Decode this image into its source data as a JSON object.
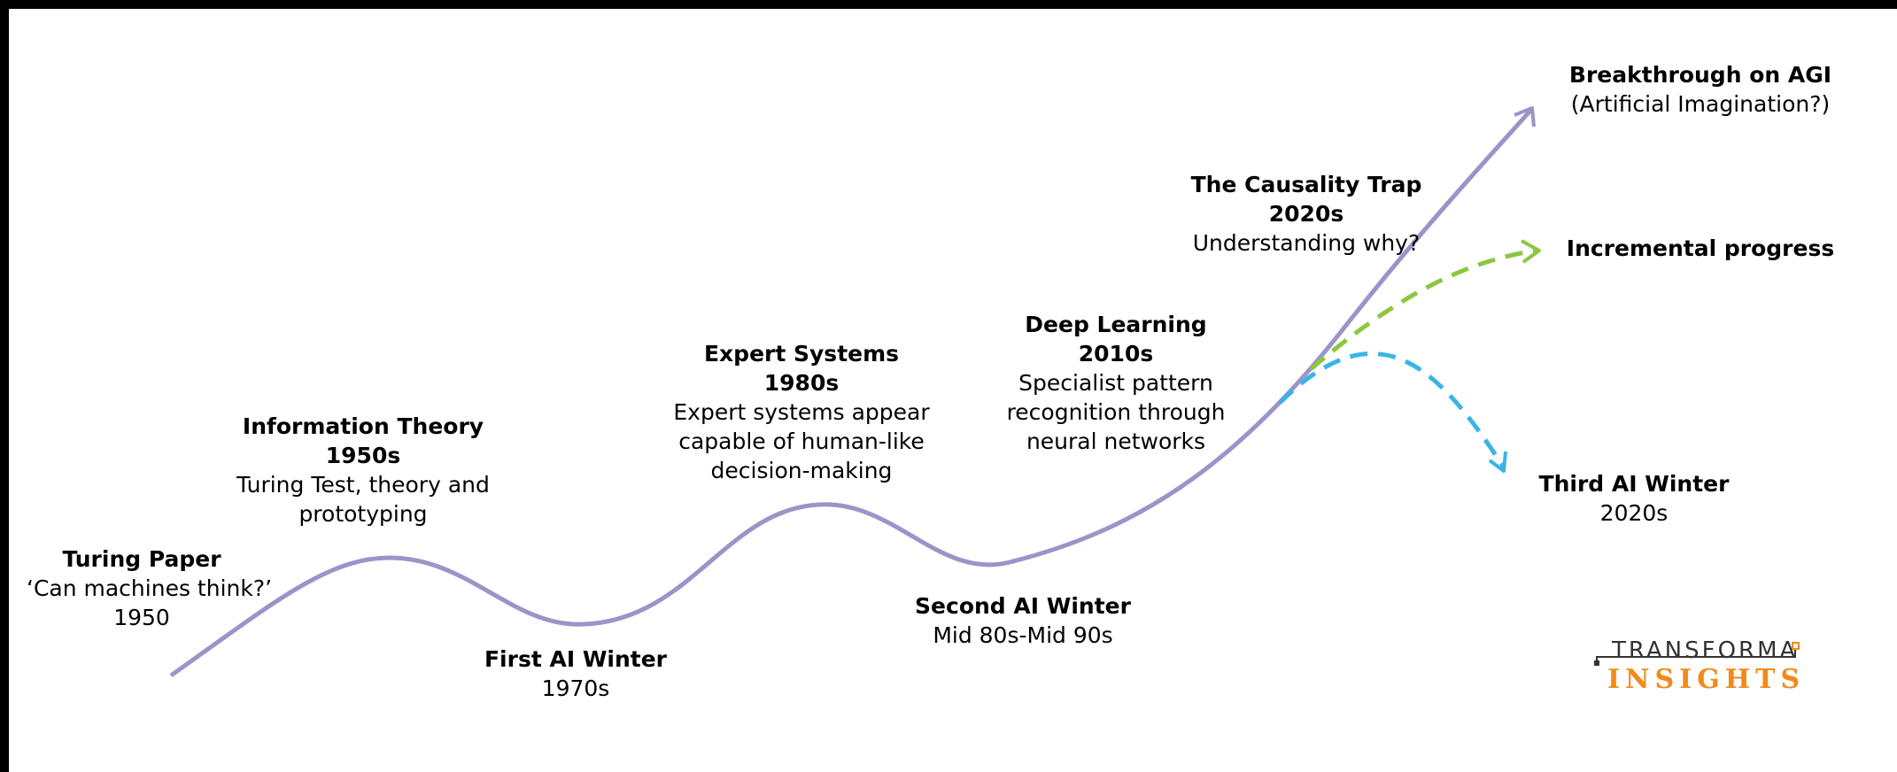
{
  "milestones": {
    "turing_paper": {
      "title": "Turing Paper",
      "desc": "‘Can machines think?’",
      "year": "1950"
    },
    "information_theory": {
      "title": "Information Theory",
      "year": "1950s",
      "desc_line1": "Turing Test, theory and",
      "desc_line2": "prototyping"
    },
    "first_ai_winter": {
      "title": "First AI Winter",
      "year": "1970s"
    },
    "expert_systems": {
      "title": "Expert Systems",
      "year": "1980s",
      "desc_line1": "Expert systems appear",
      "desc_line2": "capable of human-like",
      "desc_line3": "decision-making"
    },
    "second_ai_winter": {
      "title": "Second AI Winter",
      "year": "Mid 80s-Mid 90s"
    },
    "deep_learning": {
      "title": "Deep Learning",
      "year": "2010s",
      "desc_line1": "Specialist pattern",
      "desc_line2": "recognition through",
      "desc_line3": "neural networks"
    },
    "causality_trap": {
      "title": "The Causality Trap",
      "year": "2020s",
      "desc": "Understanding why?"
    }
  },
  "outcomes": {
    "agi": {
      "title": "Breakthrough on AGI",
      "desc": "(Artificial Imagination?)"
    },
    "incremental": {
      "title": "Incremental progress"
    },
    "third_winter": {
      "title": "Third AI Winter",
      "year": "2020s"
    }
  },
  "logo": {
    "line1": "TRANSFORMA",
    "line2": "INSIGHTS"
  },
  "colors": {
    "main_curve": "#9b94c9",
    "incremental": "#8dc63f",
    "third_winter": "#3ab4e5",
    "logo_orange": "#f28a1a"
  }
}
